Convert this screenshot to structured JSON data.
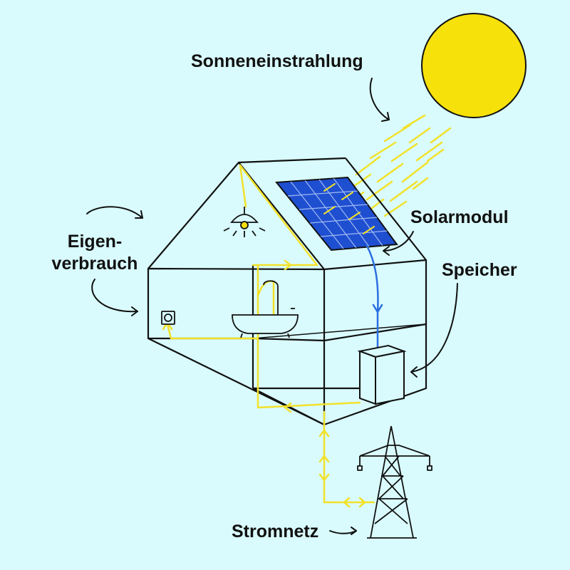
{
  "colors": {
    "background": "#d9fbfd",
    "sun": "#f7e10a",
    "energy_flow": "#f2e12a",
    "solar_flow": "#2b6fe0",
    "panel": "#1f4fd1",
    "outline": "#111111"
  },
  "labels": {
    "irradiation": "Sonneneinstrahlung",
    "solar_module": "Solarmodul",
    "storage": "Speicher",
    "self_consumption_line1": "Eigen-",
    "self_consumption_line2": "verbrauch",
    "grid": "Stromnetz"
  },
  "icons": {
    "sun": "sun-icon",
    "lamp": "ceiling-lamp-icon",
    "bathtub": "bathtub-icon",
    "socket": "wall-socket-icon",
    "battery": "battery-storage-icon",
    "pylon": "power-pylon-icon"
  }
}
